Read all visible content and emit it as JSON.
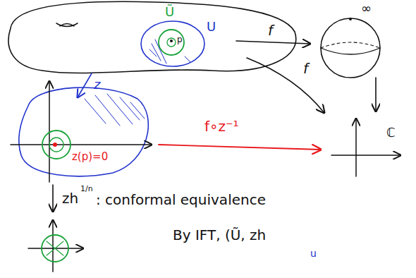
{
  "diagram": {
    "labels": [
      "Ũ",
      "U",
      "p",
      "f",
      "∞",
      "f",
      "z",
      "ℂ",
      "f∘z⁻¹",
      "z(p)=0",
      "zh",
      "1/n",
      ": conformal equivalence",
      "By IFT, (Ũ, zh",
      "u"
    ]
  }
}
